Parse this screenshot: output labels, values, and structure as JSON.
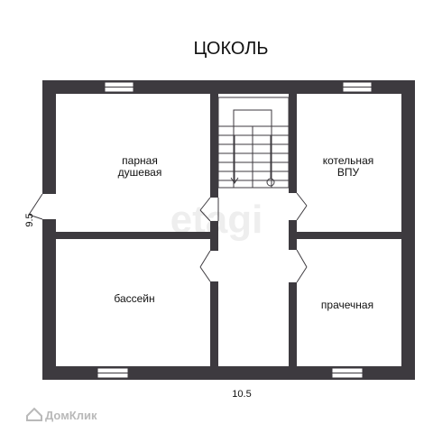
{
  "plan": {
    "title": "ЦОКОЛЬ",
    "rooms": [
      {
        "key": "steam",
        "lines": [
          "парная",
          "душевая"
        ]
      },
      {
        "key": "boiler",
        "lines": [
          "котельная",
          "ВПУ"
        ]
      },
      {
        "key": "pool",
        "lines": [
          "бассейн"
        ]
      },
      {
        "key": "laundry",
        "lines": [
          "прачечная"
        ]
      }
    ],
    "dimensions": {
      "width": "10.5",
      "height": "9.5"
    },
    "wall_color": "#3d3a3f"
  },
  "watermark": {
    "text": "etagi"
  },
  "logo": {
    "text": "ДомКлик"
  }
}
